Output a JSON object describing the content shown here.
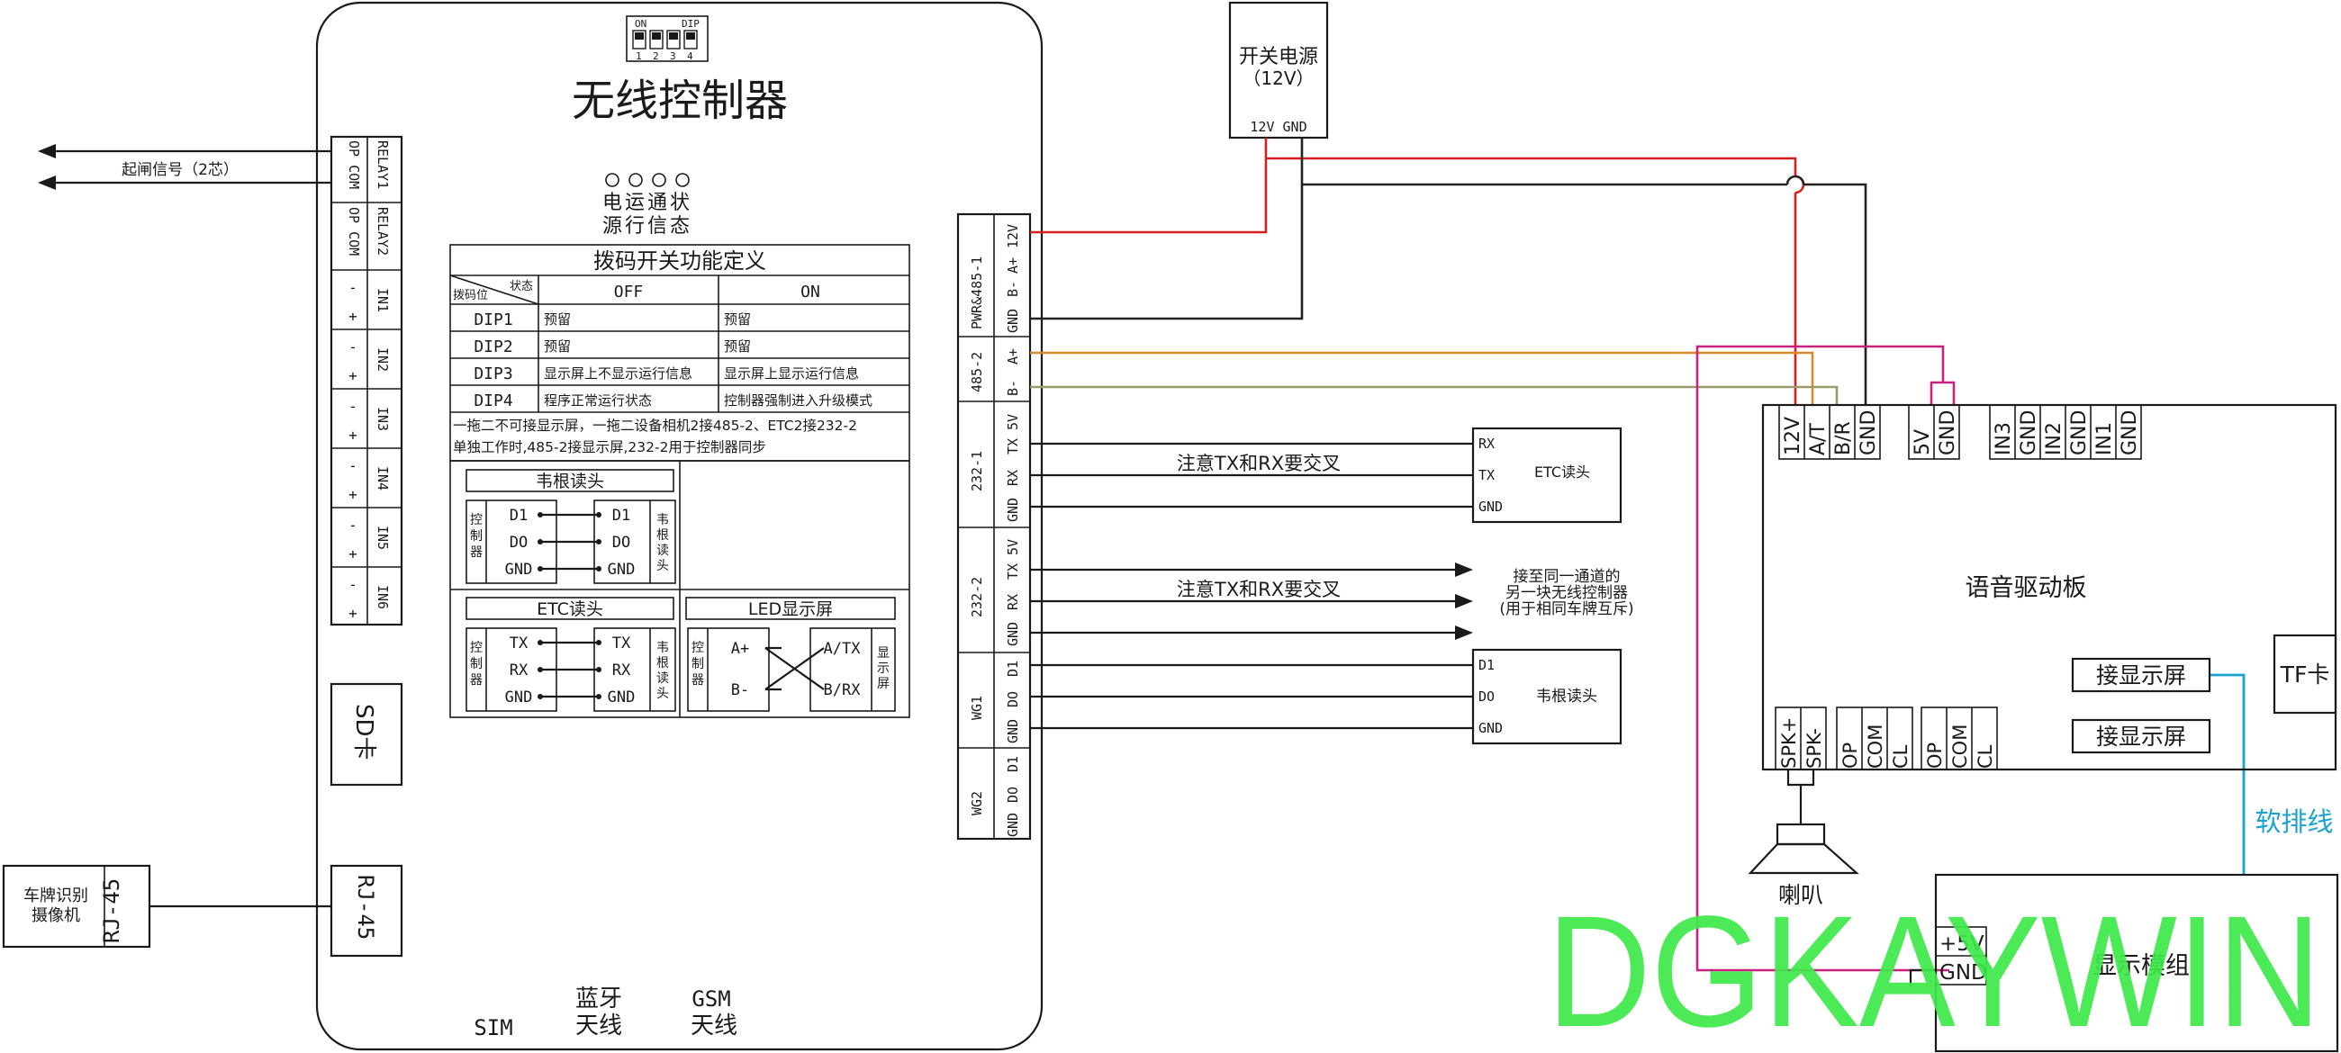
{
  "controller": {
    "title": "无线控制器",
    "dip_on": "ON",
    "dip_label": "DIP",
    "dip_nums": [
      "1",
      "2",
      "3",
      "4"
    ],
    "leds": [
      "电源",
      "运行",
      "通信",
      "状态"
    ],
    "leds_row1": "电运通状",
    "leds_row2": "源行信态",
    "table_title": "拨码开关功能定义",
    "table_h0a": "拨码位",
    "table_h0b": "状态",
    "table_h1": "OFF",
    "table_h2": "ON",
    "rows": [
      {
        "dip": "DIP1",
        "off": "预留",
        "on": "预留"
      },
      {
        "dip": "DIP2",
        "off": "预留",
        "on": "预留"
      },
      {
        "dip": "DIP3",
        "off": "显示屏上不显示运行信息",
        "on": "显示屏上显示运行信息"
      },
      {
        "dip": "DIP4",
        "off": "程序正常运行状态",
        "on": "控制器强制进入升级模式"
      }
    ],
    "note1": "一拖二不可接显示屏，一拖二设备相机2接485-2、ETC2接232-2",
    "note2": "单独工作时,485-2接显示屏,232-2用于控制器同步",
    "wiegand_title": "韦根读头",
    "etc_title": "ETC读头",
    "led_title": "LED显示屏",
    "ctrl_label": "控制器",
    "wiegand_side": "韦根读头",
    "etc_side": "韦根读头",
    "led_side": "显示屏",
    "wg_l": [
      "D1",
      "DO",
      "GND"
    ],
    "wg_r": [
      "D1",
      "DO",
      "GND"
    ],
    "etc_l": [
      "TX",
      "RX",
      "GND"
    ],
    "etc_r": [
      "TX",
      "RX",
      "GND"
    ],
    "led_l": [
      "A+",
      "B-"
    ],
    "led_r": [
      "A/TX",
      "B/RX"
    ],
    "sim": "SIM",
    "bt1": "蓝牙",
    "bt2": "天线",
    "gsm1": "GSM",
    "gsm2": "天线"
  },
  "left_terms": {
    "relay1_pins": "OP COM",
    "relay1": "RELAY1",
    "relay2_pins": "OP COM",
    "relay2": "RELAY2",
    "in_pins": [
      "-",
      "+"
    ],
    "inputs": [
      "IN1",
      "IN2",
      "IN3",
      "IN4",
      "IN5",
      "IN6"
    ],
    "sd": "SD卡",
    "rj45": "RJ-45",
    "gate_signal": "起闸信号（2芯）",
    "camera1": "车牌识别",
    "camera2": "摄像机",
    "camera_rj": "RJ-45"
  },
  "right_terms": {
    "groups": [
      "PWR&485-1",
      "485-2",
      "232-1",
      "232-2",
      "WG1",
      "WG2"
    ],
    "pwr_pins": [
      "12V",
      "A+",
      "B-",
      "GND"
    ],
    "p4852": [
      "A+",
      "B-"
    ],
    "p2321": [
      "5V",
      "TX",
      "RX",
      "GND"
    ],
    "p2322": [
      "5V",
      "TX",
      "RX",
      "GND"
    ],
    "pwg1": [
      "D1",
      "DO",
      "GND"
    ],
    "pwg2": [
      "D1",
      "DO",
      "GND"
    ]
  },
  "psu": {
    "line1": "开关电源",
    "line2": "（12V）",
    "pins": "12V GND"
  },
  "etc_reader": {
    "pins": [
      "RX",
      "TX",
      "GND"
    ],
    "label": "ETC读头"
  },
  "cross_note_1": "注意TX和RX要交叉",
  "cross_note_2": "注意TX和RX要交叉",
  "sync_note": [
    "接至同一通道的",
    "另一块无线控制器",
    "(用于相同车牌互斥)"
  ],
  "wg_reader": {
    "pins": [
      "D1",
      "DO",
      "GND"
    ],
    "label": "韦根读头"
  },
  "voice_board": {
    "title": "语音驱动板",
    "top_pins": [
      "12V",
      "A/T",
      "B/R",
      "GND",
      "5V",
      "GND",
      "IN3",
      "GND",
      "IN2",
      "GND",
      "IN1",
      "GND"
    ],
    "bottom_pins": [
      "SPK+",
      "SPK-",
      "OP",
      "COM",
      "CL",
      "OP",
      "COM",
      "CL"
    ],
    "disp1": "接显示屏",
    "disp2": "接显示屏",
    "tf": "TF卡"
  },
  "speaker": "喇叭",
  "ribbon": "软排线",
  "display_module": {
    "pin1": "+5V",
    "pin2": "GND",
    "label": "显示模组"
  },
  "watermark": "DGKAYWIN",
  "colors": {
    "red": "#d42020",
    "dark": "#222222",
    "orange": "#d98a2b",
    "olive": "#9a9a6a",
    "magenta": "#c8217f",
    "cyan": "#1aa3cf",
    "watermark": "#3ee84a"
  }
}
